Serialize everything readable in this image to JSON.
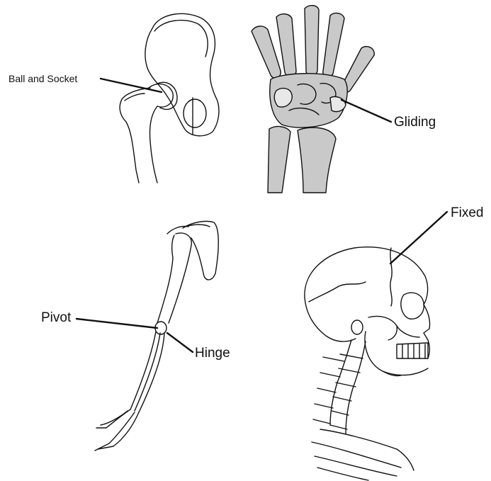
{
  "labels": {
    "ball_and_socket": "Ball and Socket",
    "gliding": "Gliding",
    "fixed": "Fixed",
    "pivot": "Pivot",
    "hinge": "Hinge"
  },
  "colors": {
    "bone_fill_wrist": "#c9c9c9",
    "line": "#111111",
    "background": "#ffffff"
  }
}
